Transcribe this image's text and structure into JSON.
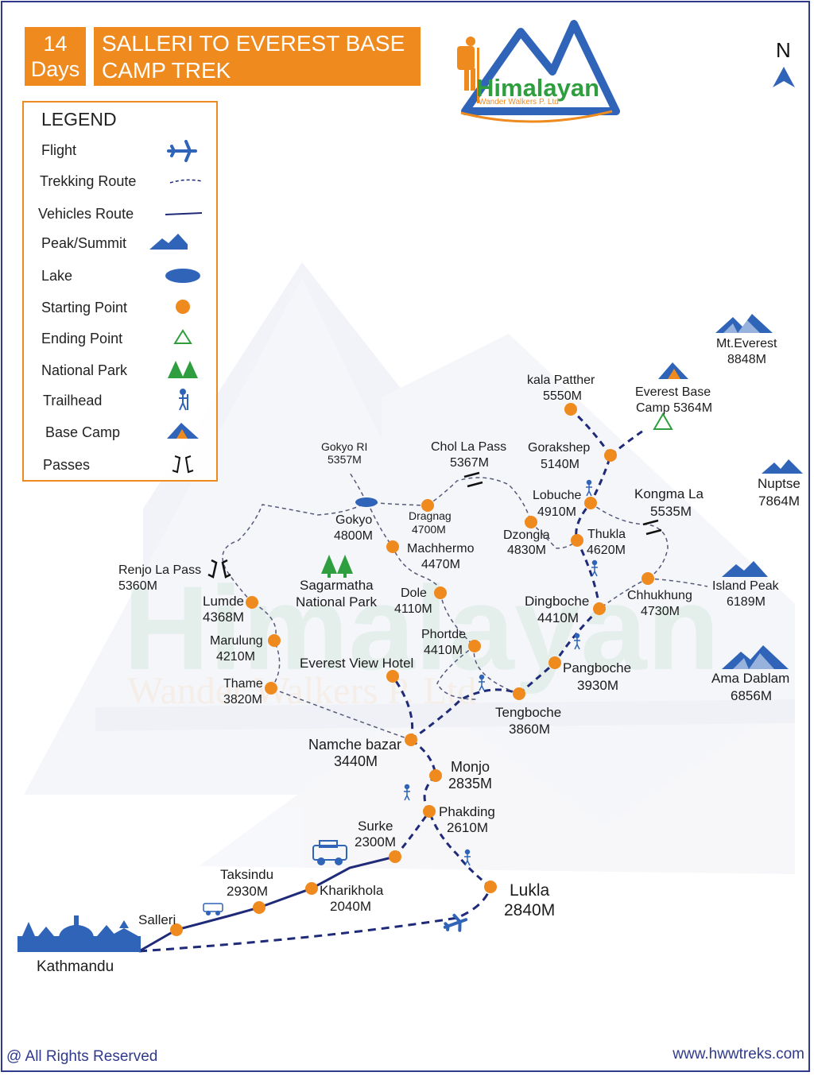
{
  "header": {
    "days": "14",
    "days_unit": "Days",
    "title_line1": "SALLERI TO EVEREST BASE",
    "title_line2": "CAMP TREK"
  },
  "logo": {
    "brand": "Himalayan",
    "tagline": "Wander Walkers P. Ltd"
  },
  "compass": {
    "label": "N"
  },
  "legend": {
    "title": "LEGEND",
    "items": [
      {
        "label": "Flight",
        "icon": "plane-icon"
      },
      {
        "label": "Trekking Route",
        "icon": "dashed-line-icon"
      },
      {
        "label": "Vehicles Route",
        "icon": "solid-line-icon"
      },
      {
        "label": "Peak/Summit",
        "icon": "mountain-icon"
      },
      {
        "label": "Lake",
        "icon": "lake-icon"
      },
      {
        "label": "Starting Point",
        "icon": "orange-dot-icon"
      },
      {
        "label": "Ending Point",
        "icon": "green-triangle-icon"
      },
      {
        "label": "National Park",
        "icon": "trees-icon"
      },
      {
        "label": "Trailhead",
        "icon": "hiker-icon"
      },
      {
        "label": "Base Camp",
        "icon": "tent-icon"
      },
      {
        "label": "Passes",
        "icon": "pass-icon"
      }
    ]
  },
  "places": {
    "kathmandu": "Kathmandu",
    "salleri": "Salleri",
    "taksindu": {
      "name": "Taksindu",
      "alt": "2930M"
    },
    "kharikhola": {
      "name": "Kharikhola",
      "alt": "2040M"
    },
    "surke": {
      "name": "Surke",
      "alt": "2300M"
    },
    "lukla": {
      "name": "Lukla",
      "alt": "2840M"
    },
    "phakding": {
      "name": "Phakding",
      "alt": "2610M"
    },
    "monjo": {
      "name": "Monjo",
      "alt": "2835M"
    },
    "namche": {
      "name": "Namche bazar",
      "alt": "3440M"
    },
    "everest_view": "Everest View Hotel",
    "thame": {
      "name": "Thame",
      "alt": "3820M"
    },
    "marulung": {
      "name": "Marulung",
      "alt": "4210M"
    },
    "lumde": {
      "name": "Lumde",
      "alt": "4368M"
    },
    "renjo": {
      "name": "Renjo La Pass",
      "alt": "5360M"
    },
    "gokyo_ri": {
      "name": "Gokyo RI",
      "alt": "5357M"
    },
    "gokyo": {
      "name": "Gokyo",
      "alt": "4800M"
    },
    "dragnag": {
      "name": "Dragnag",
      "alt": "4700M"
    },
    "machhermo": {
      "name": "Machhermo",
      "alt": "4470M"
    },
    "dole": {
      "name": "Dole",
      "alt": "4110M"
    },
    "phortde": {
      "name": "Phortde",
      "alt": "4410M"
    },
    "sagarmatha": {
      "line1": "Sagarmatha",
      "line2": "National Park"
    },
    "chol_la": {
      "name": "Chol La Pass",
      "alt": "5367M"
    },
    "kala_patther": {
      "name": "kala Patther",
      "alt": "5550M"
    },
    "gorakshep": {
      "name": "Gorakshep",
      "alt": "5140M"
    },
    "lobuche": {
      "name": "Lobuche",
      "alt": "4910M"
    },
    "dzongla": {
      "name": "Dzongla",
      "alt": "4830M"
    },
    "thukla": {
      "name": "Thukla",
      "alt": "4620M"
    },
    "kongma_la": {
      "name": "Kongma La",
      "alt": "5535M"
    },
    "ebc": {
      "line1": "Everest Base",
      "line2": "Camp 5364M"
    },
    "dingboche": {
      "name": "Dingboche",
      "alt": "4410M"
    },
    "chhukhung": {
      "name": "Chhukhung",
      "alt": "4730M"
    },
    "pangboche": {
      "name": "Pangboche",
      "alt": "3930M"
    },
    "tengboche": {
      "name": "Tengboche",
      "alt": "3860M"
    }
  },
  "peaks": {
    "everest": {
      "name": "Mt.Everest",
      "alt": "8848M"
    },
    "nuptse": {
      "name": "Nuptse",
      "alt": "7864M"
    },
    "island": {
      "name": "Island Peak",
      "alt": "6189M"
    },
    "ama_dablam": {
      "name": "Ama Dablam",
      "alt": "6856M"
    }
  },
  "watermark": {
    "brand": "Himalayan",
    "tagline": "Wander Walkers P. Ltd"
  },
  "footer": {
    "rights": "@ All Rights Reserved",
    "website": "www.hwwtreks.com"
  },
  "colors": {
    "orange": "#ef8a1f",
    "navy": "#1f2a78",
    "blue": "#2f64b8",
    "green": "#2e9e3e",
    "mountain_gray": "#e6e8f2"
  }
}
